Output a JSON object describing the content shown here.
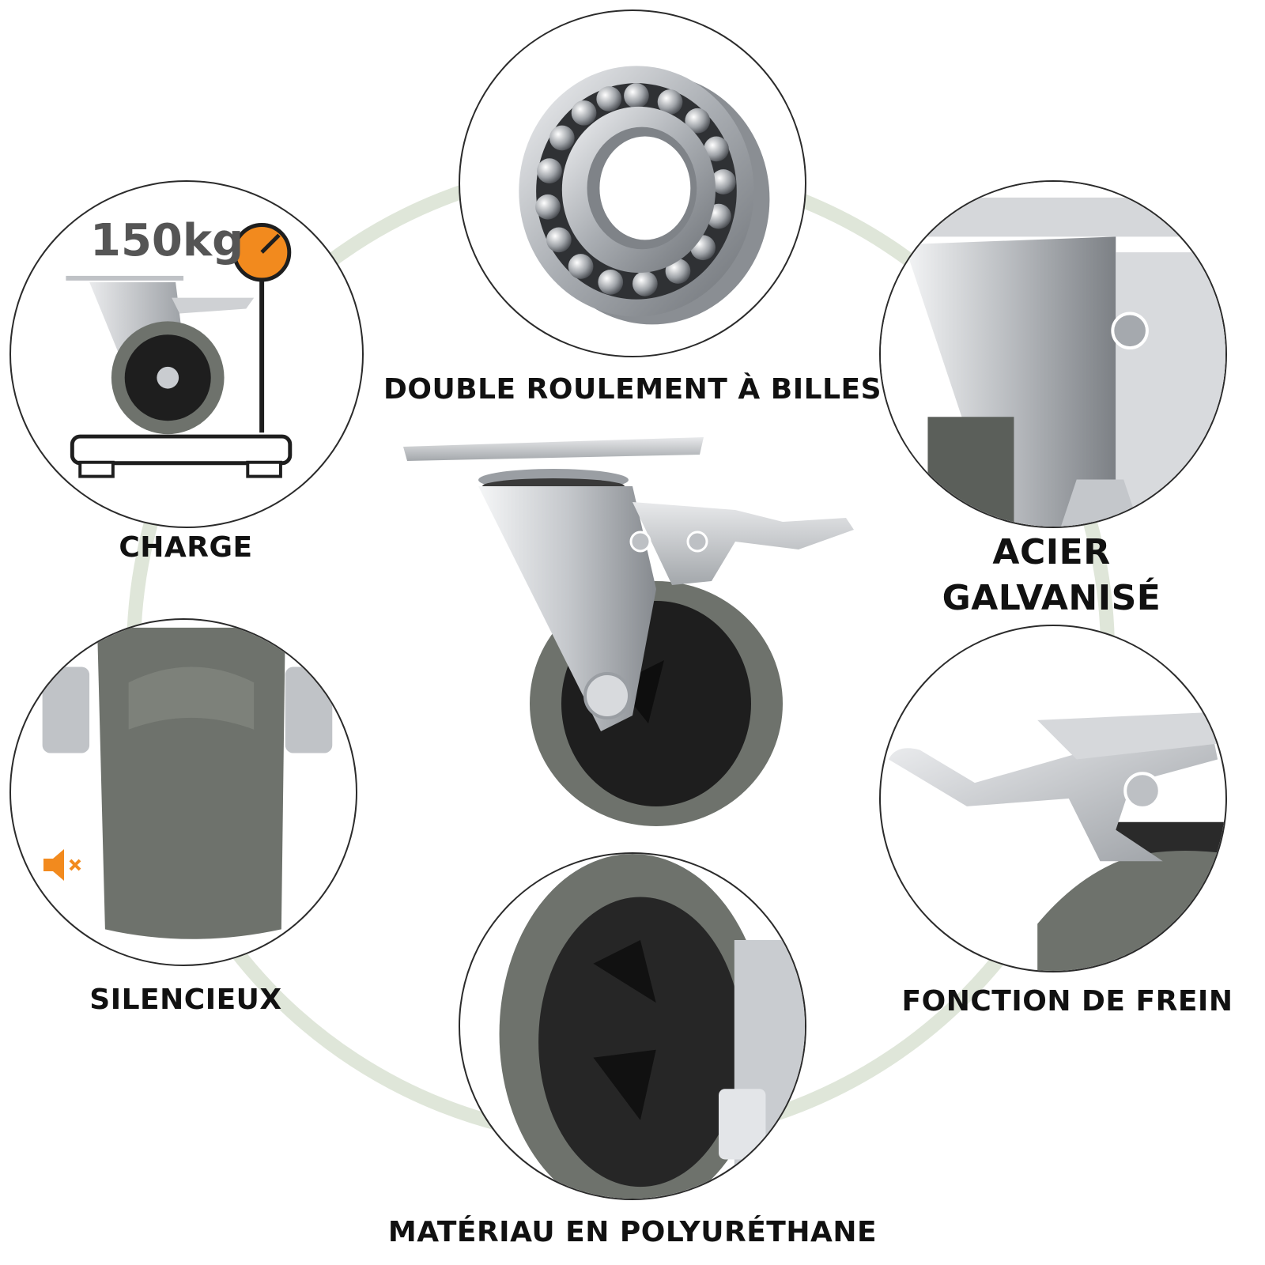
{
  "colors": {
    "accent": "#f28a1e",
    "ring": "#dfe6d9",
    "steel": "#c9ccd0",
    "tire": "#6e726c",
    "hub": "#1e1e1e",
    "outline": "#2b2b2b"
  },
  "features": {
    "charge": {
      "label": "CHARGE",
      "weight": "150kg",
      "icon": "scale-icon"
    },
    "bearing": {
      "label": "DOUBLE ROULEMENT À BILLES",
      "icon": "ball-bearing-icon"
    },
    "steel": {
      "label_line1": "ACIER",
      "label_line2": "GALVANISÉ",
      "icon": "steel-bracket-icon"
    },
    "silent": {
      "label": "SILENCIEUX",
      "icon": "mute-speaker-icon"
    },
    "brake": {
      "label": "FONCTION DE FREIN",
      "icon": "brake-lever-icon"
    },
    "material": {
      "label": "MATÉRIAU EN POLYURÉTHANE",
      "icon": "polyurethane-wheel-icon"
    }
  }
}
